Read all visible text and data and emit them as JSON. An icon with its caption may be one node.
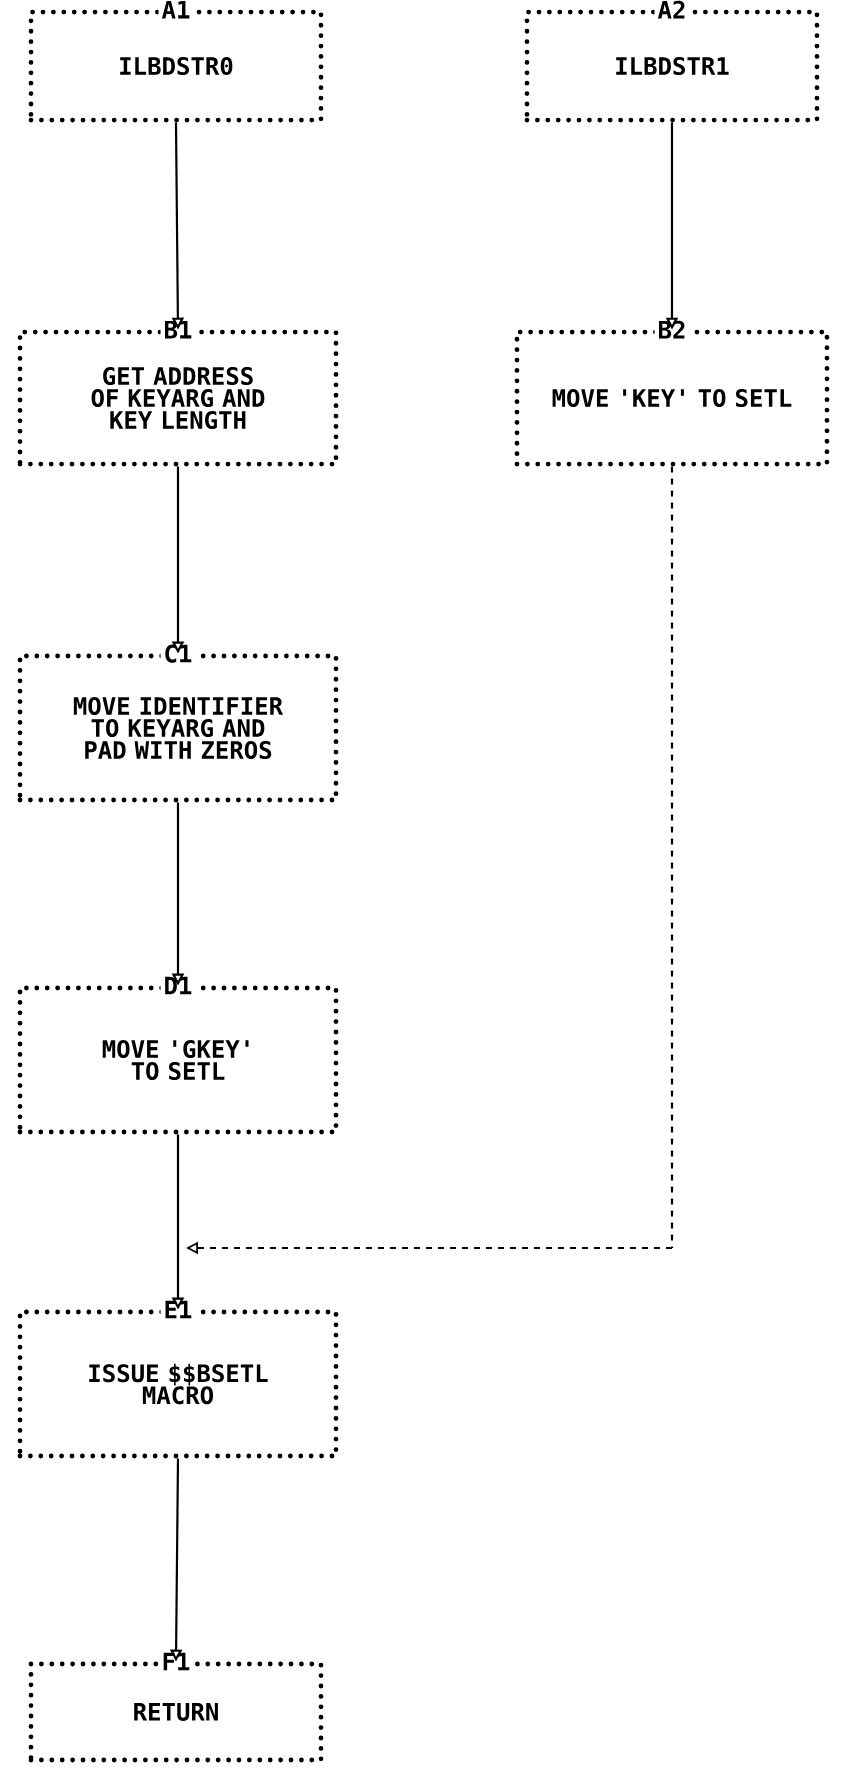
{
  "diagram": {
    "nodes": [
      {
        "text": [
          "A1",
          "ILBDSTR0"
        ]
      },
      {
        "text": [
          "A2",
          "ILBDSTR1"
        ]
      },
      {
        "text": [
          "B1",
          "GET ADDRESS OF KEYARG AND KEY LENGTH"
        ]
      },
      {
        "text": [
          "B2",
          "MOVE 'KEY' TO SETL"
        ]
      },
      {
        "text": [
          "C1",
          "MOVE IDENTIFIER TO KEYARG AND PAD WITH ZEROS"
        ]
      },
      {
        "text": [
          "D1",
          "MOVE 'GKEY' TO SETL"
        ]
      },
      {
        "text": [
          "E1",
          "ISSUE $$BSETL MACRO"
        ]
      },
      {
        "text": [
          "F1",
          "RETURN"
        ]
      }
    ],
    "edges": [
      {
        "from": 0,
        "to": 2,
        "arrow": "to"
      },
      {
        "from": 1,
        "to": 3,
        "arrow": "to"
      },
      {
        "from": 2,
        "to": 4,
        "arrow": "to"
      },
      {
        "from": 4,
        "to": 5,
        "arrow": "to"
      },
      {
        "from": 5,
        "to": 6,
        "arrow": "to"
      },
      {
        "from": 3,
        "to": 6,
        "arrow": "to",
        "style": "dashed"
      },
      {
        "from": 6,
        "to": 7,
        "arrow": "to"
      }
    ]
  }
}
